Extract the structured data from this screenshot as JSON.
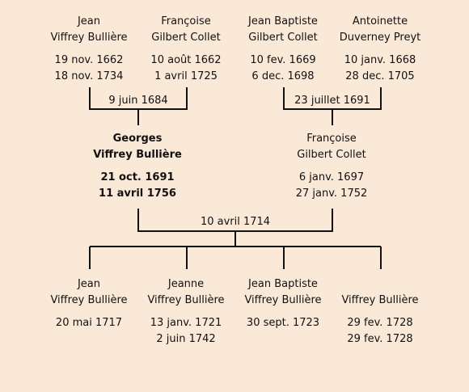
{
  "grandparents": [
    {
      "first": "Jean",
      "surname": "Viffrey Bullière",
      "birth": "19 nov. 1662",
      "death": "18 nov. 1734"
    },
    {
      "first": "Françoise",
      "surname": "Gilbert Collet",
      "birth": "10 août 1662",
      "death": "1 avril 1725"
    },
    {
      "first": "Jean Baptiste",
      "surname": "Gilbert Collet",
      "birth": "10 fev. 1669",
      "death": "6 dec. 1698"
    },
    {
      "first": "Antoinette",
      "surname": "Duverney Preyt",
      "birth": "10 janv. 1668",
      "death": "28 dec. 1705"
    }
  ],
  "marriages": {
    "paternal": "9 juin 1684",
    "maternal": "23 juillet 1691",
    "parents": "10 avril 1714"
  },
  "parents": [
    {
      "first": "Georges",
      "surname": "Viffrey Bullière",
      "birth": "21 oct. 1691",
      "death": "11 avril 1756"
    },
    {
      "first": "Françoise",
      "surname": "Gilbert Collet",
      "birth": "6 janv. 1697",
      "death": "27 janv. 1752"
    }
  ],
  "children": [
    {
      "first": "Jean",
      "surname": "Viffrey Bullière",
      "birth": "20 mai 1717",
      "death": ""
    },
    {
      "first": "Jeanne",
      "surname": "Viffrey Bullière",
      "birth": "13 janv. 1721",
      "death": "2 juin 1742"
    },
    {
      "first": "Jean Baptiste",
      "surname": "Viffrey Bullière",
      "birth": "30 sept. 1723",
      "death": ""
    },
    {
      "first": "",
      "surname": "Viffrey Bullière",
      "birth": "29 fev. 1728",
      "death": "29 fev. 1728"
    }
  ],
  "colors": {
    "background": "#fbe9d8",
    "line": "#111111"
  }
}
